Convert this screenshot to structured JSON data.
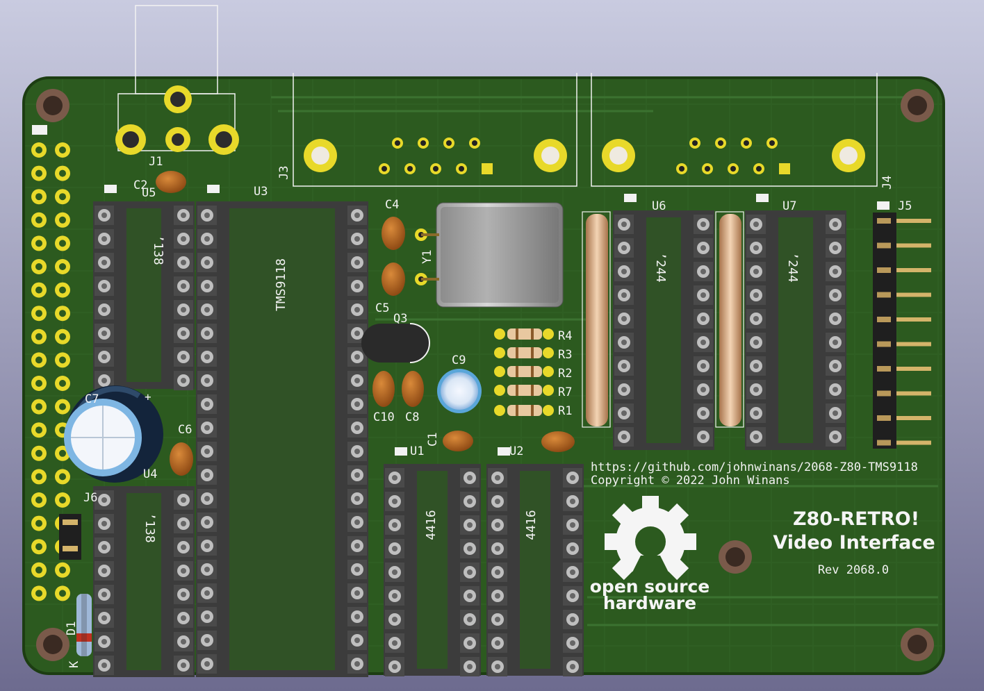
{
  "board": {
    "url": "https://github.com/johnwinans/2068-Z80-TMS9118",
    "copyright": "Copyright © 2022 John Winans",
    "title_line1": "Z80-RETRO!",
    "title_line2": "Video Interface",
    "revision": "Rev 2068.0",
    "oshw_line1": "open source",
    "oshw_line2": "hardware",
    "colors": {
      "pcb": "#2c5a1f",
      "edge": "#1c3d12",
      "pad": "#e8d92a",
      "background_top": "#c9cbe0",
      "background_bottom": "#6d6b8f"
    }
  },
  "refs": {
    "J1": "J1",
    "J3": "J3",
    "J4": "J4",
    "J5": "J5",
    "J6": "J6",
    "U1": "U1",
    "U2": "U2",
    "U3": "U3",
    "U4": "U4",
    "U5": "U5",
    "U6": "U6",
    "U7": "U7",
    "C1": "C1",
    "C2": "C2",
    "C4": "C4",
    "C5": "C5",
    "C6": "C6",
    "C7": "C7",
    "C8": "C8",
    "C9": "C9",
    "C10": "C10",
    "R1": "R1",
    "R2": "R2",
    "R3": "R3",
    "R4": "R4",
    "R7": "R7",
    "Q3": "Q3",
    "Y1": "Y1",
    "D1": "D1",
    "K": "K"
  },
  "chip_labels": {
    "u5": "’138",
    "u4": "’138",
    "u3": "TMS9118",
    "u1": "4416",
    "u2": "4416",
    "u6": "’244",
    "u7": "’244"
  }
}
